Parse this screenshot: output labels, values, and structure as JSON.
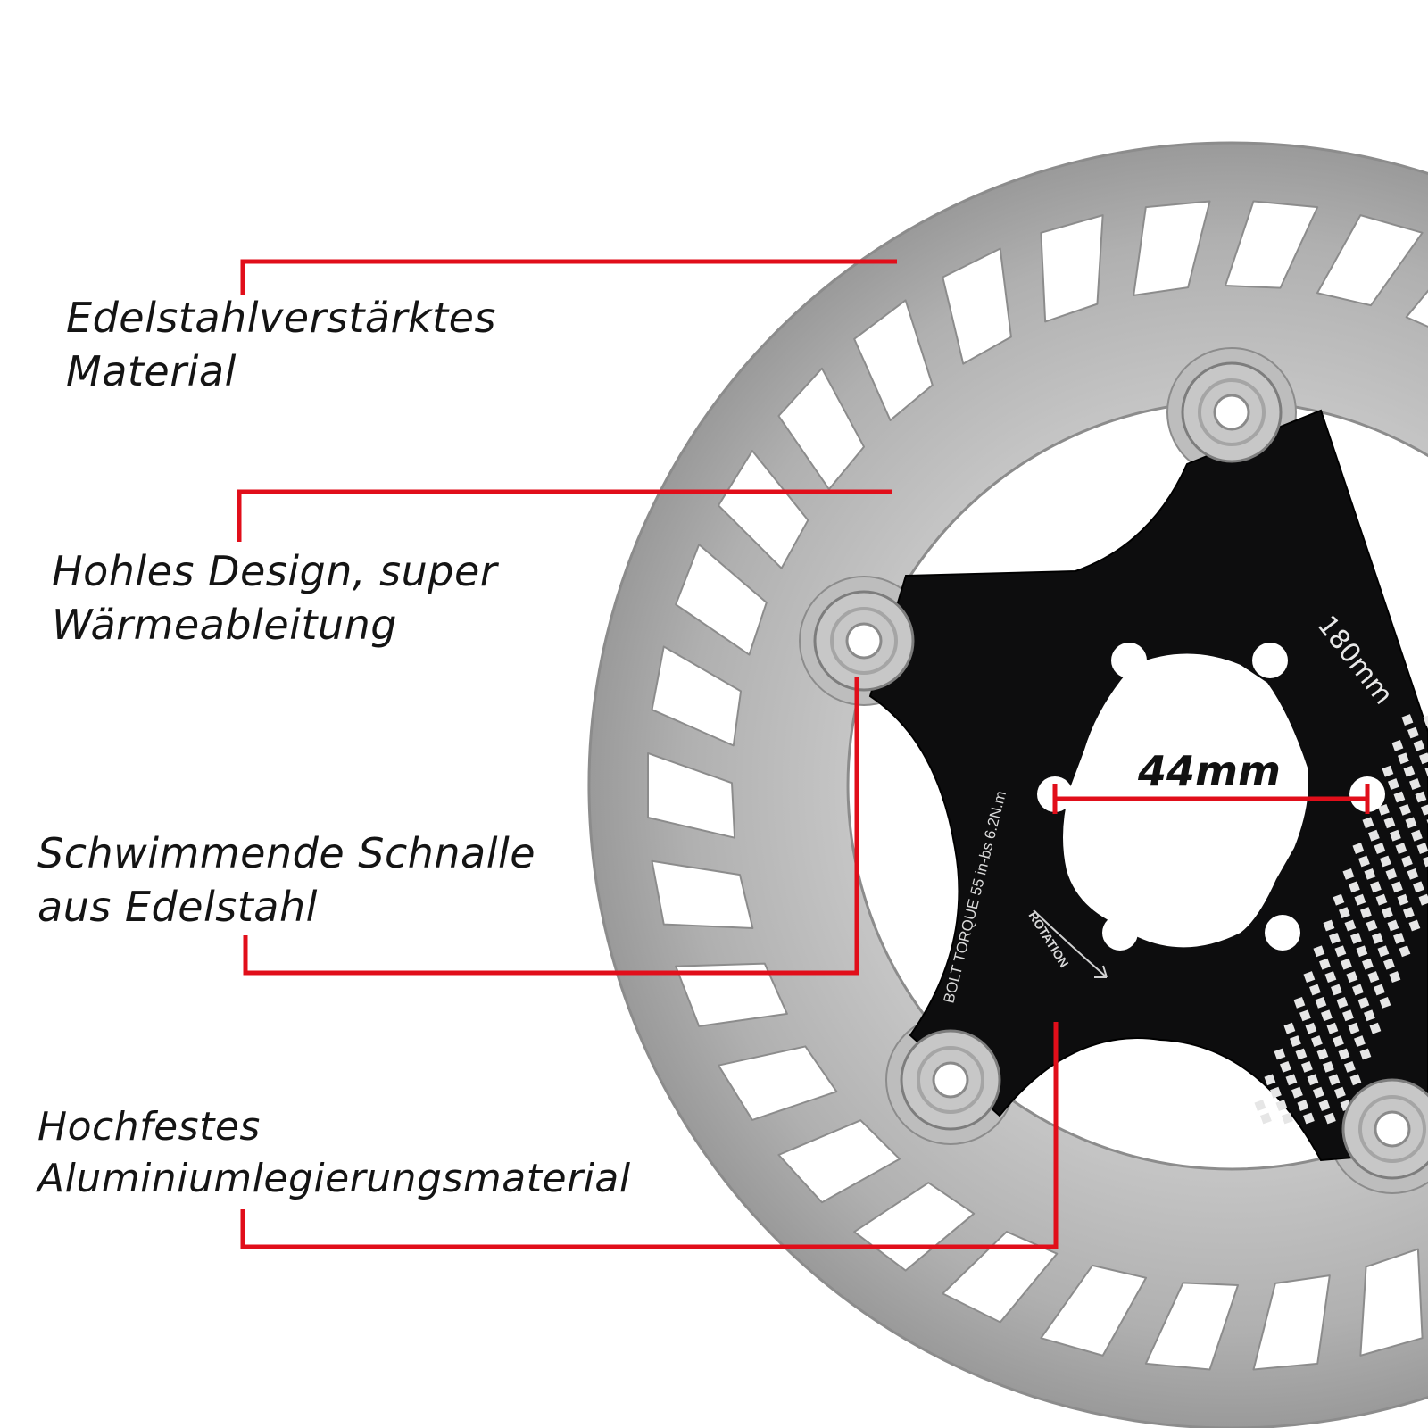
{
  "colors": {
    "leader_line": "#e10e1a",
    "steel": "#b4b4b4",
    "steel_edge": "#8c8c8c",
    "carrier": "#0d0d0e",
    "background": "#ffffff",
    "text": "#141414"
  },
  "callouts": [
    {
      "id": "stainless-reinforced",
      "line1": "Edelstahlverstärktes",
      "line2": "Material"
    },
    {
      "id": "hollow-design",
      "line1": "Hohles Design, super",
      "line2": "Wärmeableitung"
    },
    {
      "id": "floating-rivet",
      "line1": "Schwimmende Schnalle",
      "line2": "aus Edelstahl"
    },
    {
      "id": "aluminium-alloy",
      "line1": "Hochfestes",
      "line2": "Aluminiumlegierungsmaterial"
    }
  ],
  "rotor": {
    "size_label": "180mm",
    "bolt_spacing_label": "44mm",
    "torque_label": "BOLT TORQUE 55 in-bs 6.2N.m",
    "rotation_label": "ROTATION"
  }
}
